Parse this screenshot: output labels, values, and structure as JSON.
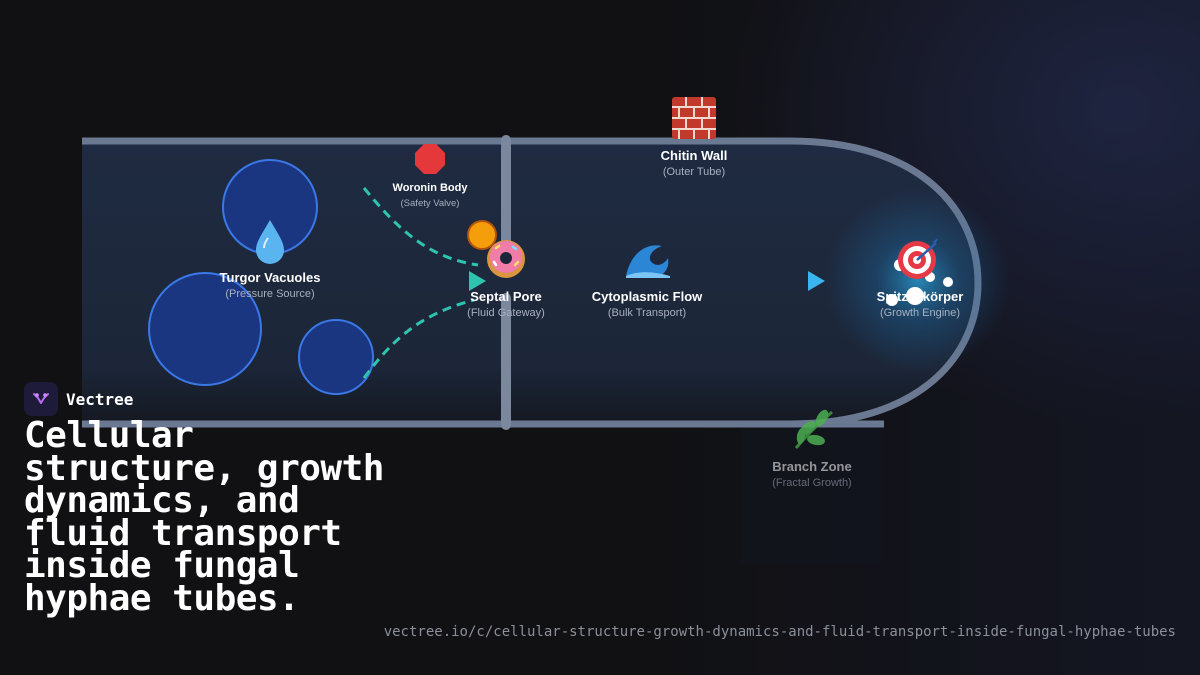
{
  "brand": {
    "name": "Vectree"
  },
  "headline": "Cellular structure, growth dynamics, and fluid transport inside fungal hyphae tubes.",
  "url": "vectree.io/c/cellular-structure-growth-dynamics-and-fluid-transport-inside-fungal-hyphae-tubes",
  "components": {
    "chitin_wall": {
      "icon": "brick-icon",
      "title": "Chitin Wall",
      "subtitle": "(Outer Tube)"
    },
    "woronin_body": {
      "icon": "stop-sign-icon",
      "title": "Woronin Body",
      "subtitle": "(Safety Valve)"
    },
    "turgor_vacuoles": {
      "icon": "water-drop-icon",
      "title": "Turgor Vacuoles",
      "subtitle": "(Pressure Source)"
    },
    "septal_pore": {
      "icon": "donut-icon",
      "title": "Septal Pore",
      "subtitle": "(Fluid Gateway)"
    },
    "cytoplasmic_flow": {
      "icon": "wave-icon",
      "title": "Cytoplasmic Flow",
      "subtitle": "(Bulk Transport)"
    },
    "spitzenkorper": {
      "icon": "target-icon",
      "title": "Spitzenkörper",
      "subtitle": "(Growth Engine)"
    },
    "branch_zone": {
      "icon": "herb-icon",
      "title": "Branch Zone",
      "subtitle": "(Fractal Growth)"
    }
  },
  "colors": {
    "tube_fill": "#1e2a40",
    "wall": "#6b7891",
    "vacuole_fill": "#1b3680",
    "vacuole_stroke": "#3a78e8",
    "flow_dash": "#2ec4b0",
    "arrow": "#39b6f0",
    "woronin": "#f59e0b",
    "tip_glow": "#2aa7e0"
  }
}
